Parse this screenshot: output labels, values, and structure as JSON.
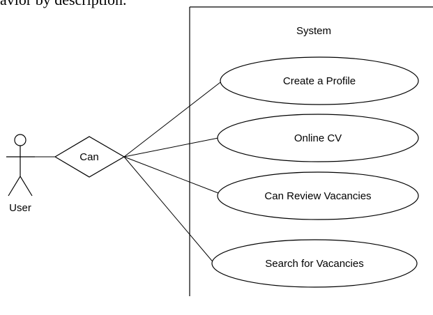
{
  "top_text": "avior by description.",
  "system": {
    "label": "System"
  },
  "actor": {
    "label": "User"
  },
  "decision": {
    "label": "Can"
  },
  "use_cases": [
    {
      "label": "Create a Profile"
    },
    {
      "label": "Online CV"
    },
    {
      "label": "Can Review Vacancies"
    },
    {
      "label": "Search for Vacancies"
    }
  ],
  "colors": {
    "stroke": "#000000",
    "background": "#ffffff"
  }
}
